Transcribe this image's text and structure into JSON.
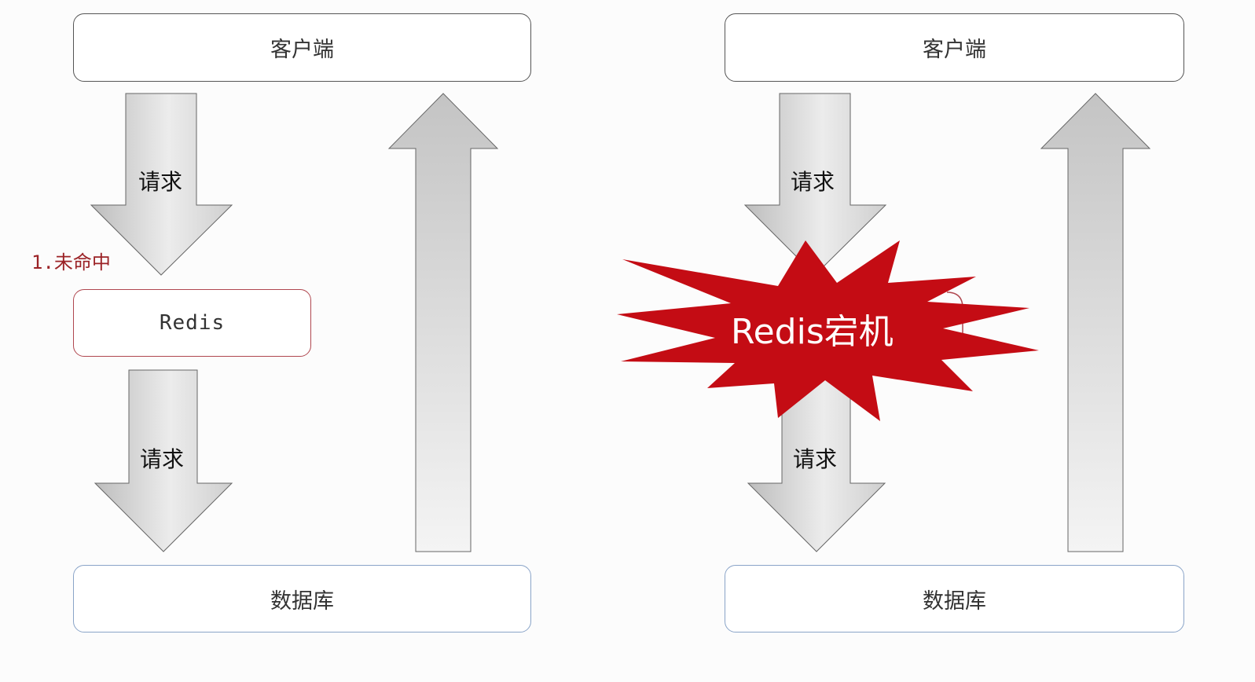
{
  "left_panel": {
    "client_label": "客户端",
    "request_top_label": "请求",
    "miss_label": "1.未命中",
    "redis_label": "Redis",
    "request_bottom_label": "请求",
    "database_label": "数据库"
  },
  "right_panel": {
    "client_label": "客户端",
    "request_top_label": "请求",
    "redis_down_label": "Redis宕机",
    "request_bottom_label": "请求",
    "database_label": "数据库"
  },
  "colors": {
    "burst": "#c40c14",
    "miss_text": "#9b2226",
    "redis_border": "#b0474f",
    "db_border": "#8aa4c8"
  }
}
